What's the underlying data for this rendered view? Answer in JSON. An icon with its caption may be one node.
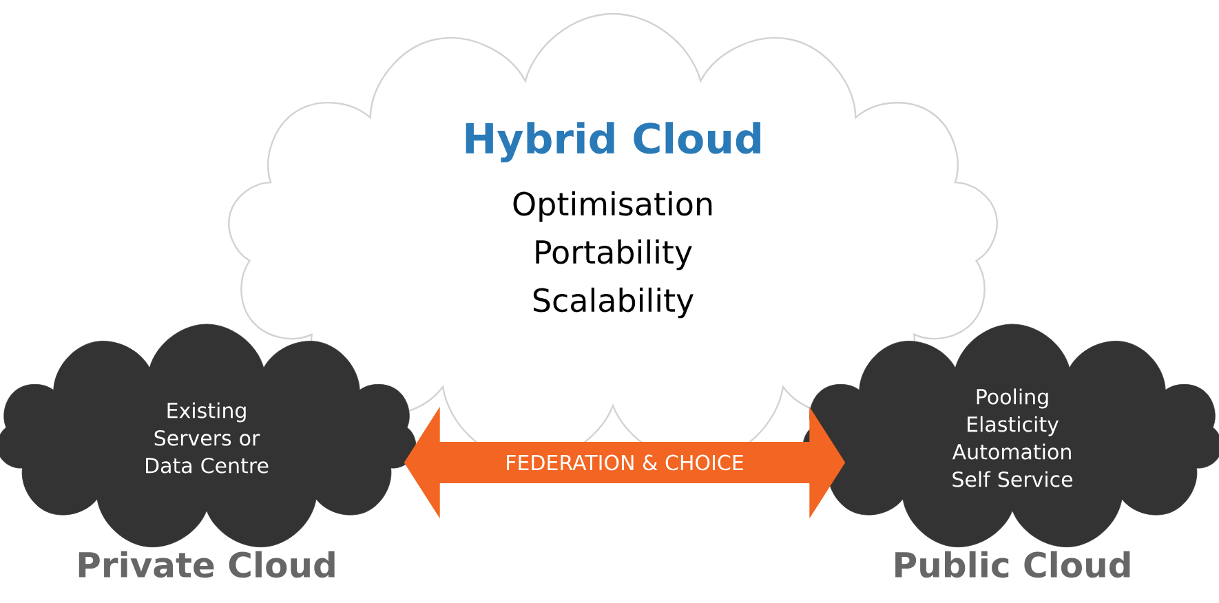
{
  "diagram": {
    "nodes": [
      {
        "text": [
          "Hybrid Cloud",
          "Optimisation",
          "Portability",
          "Scalability"
        ]
      },
      {
        "text": [
          "Existing Servers or Data Centre"
        ],
        "beside": [
          "Private Cloud"
        ]
      },
      {
        "text": [
          "Pooling",
          "Elasticity",
          "Automation",
          "Self Service"
        ],
        "beside": [
          "Public Cloud"
        ]
      }
    ],
    "edges": [
      {
        "from": 1,
        "to": 2,
        "arrow": "both",
        "label": "FEDERATION & CHOICE",
        "color": "#f26522"
      }
    ]
  }
}
